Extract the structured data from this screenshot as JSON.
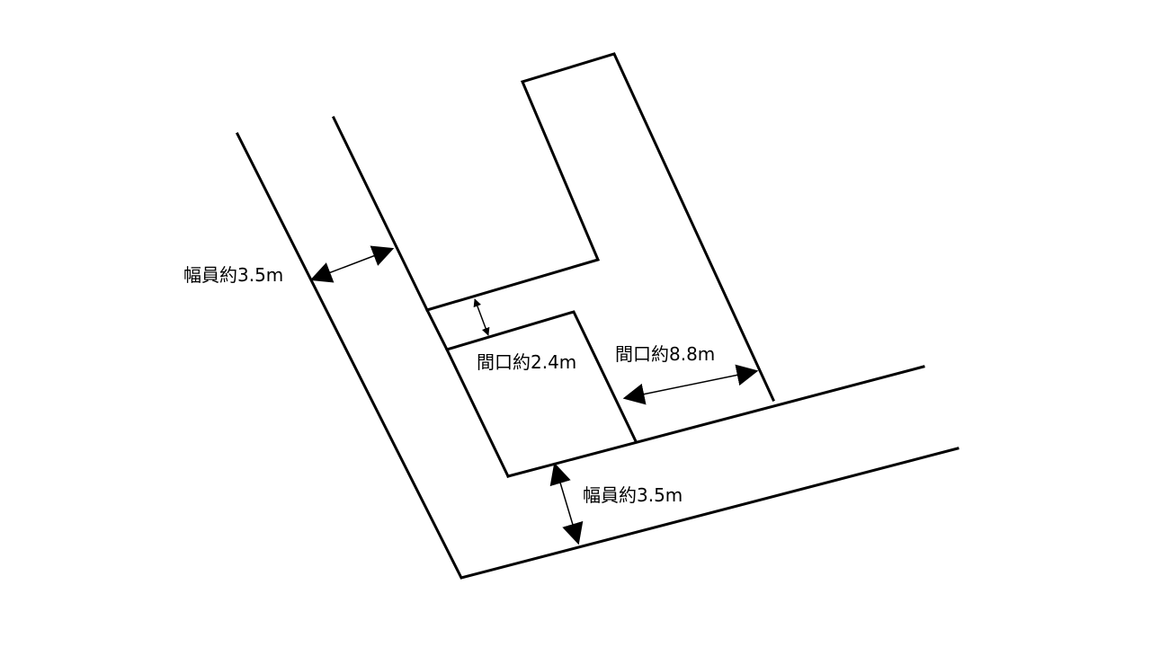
{
  "labels": {
    "road_width_left": "幅員約3.5m",
    "road_width_bottom": "幅員約3.5m",
    "frontage_a": "間口約2.4m",
    "frontage_b": "間口約8.8m"
  },
  "colors": {
    "line": "#000000",
    "background": "#ffffff"
  }
}
